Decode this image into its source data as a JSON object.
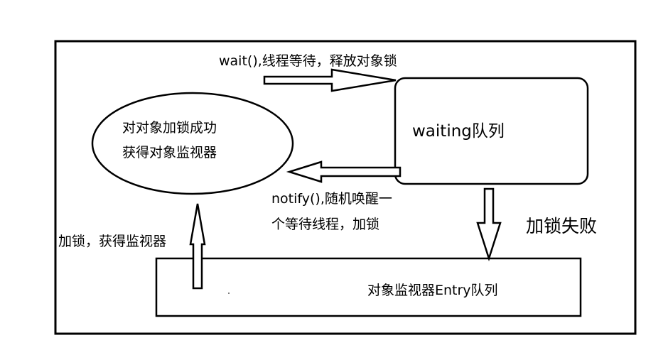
{
  "diagram": {
    "monitor_ellipse": {
      "line1": "对对象加锁成功",
      "line2": "获得对象监视器"
    },
    "waiting_queue": {
      "label": "waiting队列"
    },
    "entry_queue": {
      "label": "对象监视器Entry队列"
    },
    "arrow_wait": {
      "label": "wait(),线程等待，释放对象锁"
    },
    "arrow_notify": {
      "line1": "notify(),随机唤醒一",
      "line2": "个等待线程，加锁"
    },
    "arrow_lock_fail": {
      "label": "加锁失败"
    },
    "arrow_acquire": {
      "label": "加锁，获得监视器"
    }
  }
}
